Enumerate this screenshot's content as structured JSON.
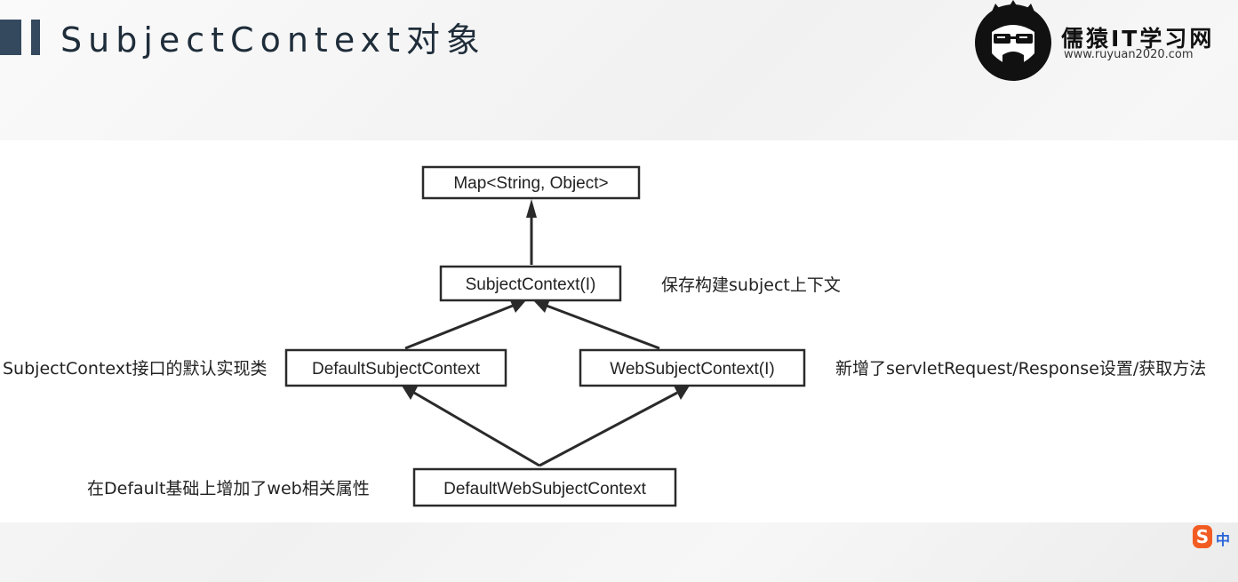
{
  "header": {
    "title": "SubjectContext对象",
    "accent_color": "#34495e"
  },
  "logo": {
    "brand": "儒猿IT学习网",
    "url": "www.ruyuan2020.com",
    "icon": "monkey-mascot-icon"
  },
  "diagram": {
    "nodes": [
      {
        "id": "map",
        "label": "Map<String, Object>"
      },
      {
        "id": "subject_context",
        "label": "SubjectContext(I)"
      },
      {
        "id": "default_subject_context",
        "label": "DefaultSubjectContext"
      },
      {
        "id": "web_subject_context",
        "label": "WebSubjectContext(I)"
      },
      {
        "id": "default_web_subject_context",
        "label": "DefaultWebSubjectContext"
      }
    ],
    "edges": [
      {
        "from": "subject_context",
        "to": "map"
      },
      {
        "from": "default_subject_context",
        "to": "subject_context"
      },
      {
        "from": "web_subject_context",
        "to": "subject_context"
      },
      {
        "from": "default_web_subject_context",
        "to": "default_subject_context"
      },
      {
        "from": "default_web_subject_context",
        "to": "web_subject_context"
      }
    ],
    "annotations": {
      "subject_context": "保存构建subject上下文",
      "default_subject_context": "SubjectContext接口的默认实现类",
      "web_subject_context": "新增了servletRequest/Response设置/获取方法",
      "default_web_subject_context": "在Default基础上增加了web相关属性"
    },
    "edge_color": "#2a2a2a"
  },
  "ime_indicator": {
    "symbol": "S",
    "label": "中",
    "icon": "sogou-ime-icon"
  }
}
